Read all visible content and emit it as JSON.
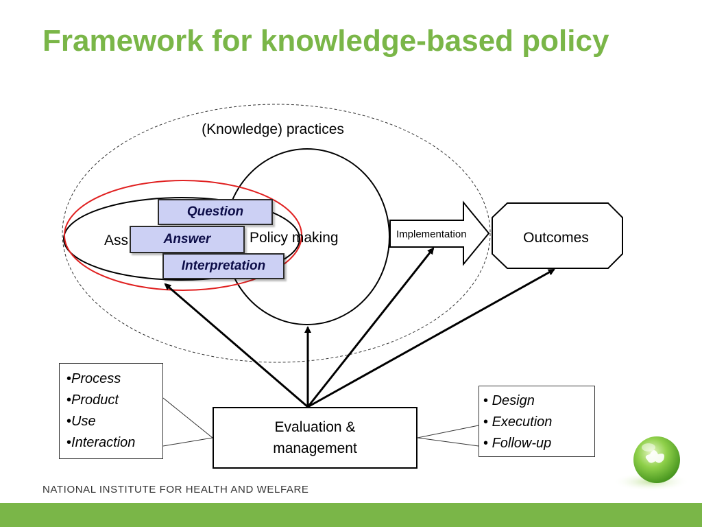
{
  "slide": {
    "title": "Framework for knowledge-based policy"
  },
  "diagram": {
    "practices_label": "(Knowledge) practices",
    "assessment_label": "Ass",
    "policy_label": "Policy making",
    "implementation_label": "Implementation",
    "outcomes_label": "Outcomes",
    "boxes": {
      "question": "Question",
      "answer": "Answer",
      "interpretation": "Interpretation"
    },
    "left_list": {
      "bullet": "•",
      "items": [
        "Process",
        "Product",
        "Use",
        "Interaction"
      ]
    },
    "right_list": {
      "bullet": "• ",
      "items": [
        "Design",
        "Execution",
        "Follow-up"
      ]
    },
    "evaluation": {
      "line1": "Evaluation &",
      "line2": "management"
    }
  },
  "footer": {
    "institute": "NATIONAL INSTITUTE FOR HEALTH AND WELFARE"
  },
  "colors": {
    "title_green": "#7ab648",
    "red_ellipse": "#e02020",
    "box_fill": "#ccd0f4",
    "box_text": "#0d0d48",
    "footer_bar": "#7ab648"
  }
}
